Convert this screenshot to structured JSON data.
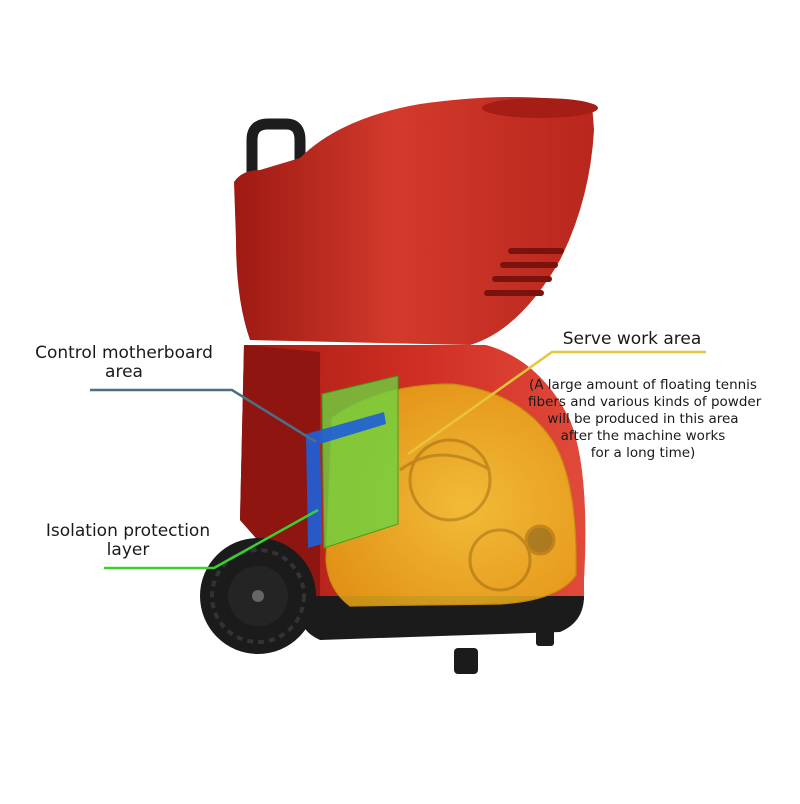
{
  "labels": {
    "control": {
      "line1": "Control motherboard",
      "line2": "area"
    },
    "isolation": {
      "line1": "Isolation protection",
      "line2": "layer"
    },
    "serve": {
      "title": "Serve work area",
      "note": [
        "(A large amount of floating tennis",
        "fibers and various kinds of powder",
        "will be produced in this area",
        "after the machine works",
        "for a long time)"
      ]
    }
  },
  "colors": {
    "body_red": "#c8241c",
    "body_red_dark": "#8f1510",
    "body_red_light": "#e0483c",
    "black": "#1b1b1b",
    "control_blue": "#1f5fd6",
    "isolation_green": "#5fd13a",
    "serve_yellow": "#f0c419",
    "leader_control": "#4a6f86",
    "leader_isolation": "#39d12e",
    "leader_serve": "#e8c43a"
  }
}
